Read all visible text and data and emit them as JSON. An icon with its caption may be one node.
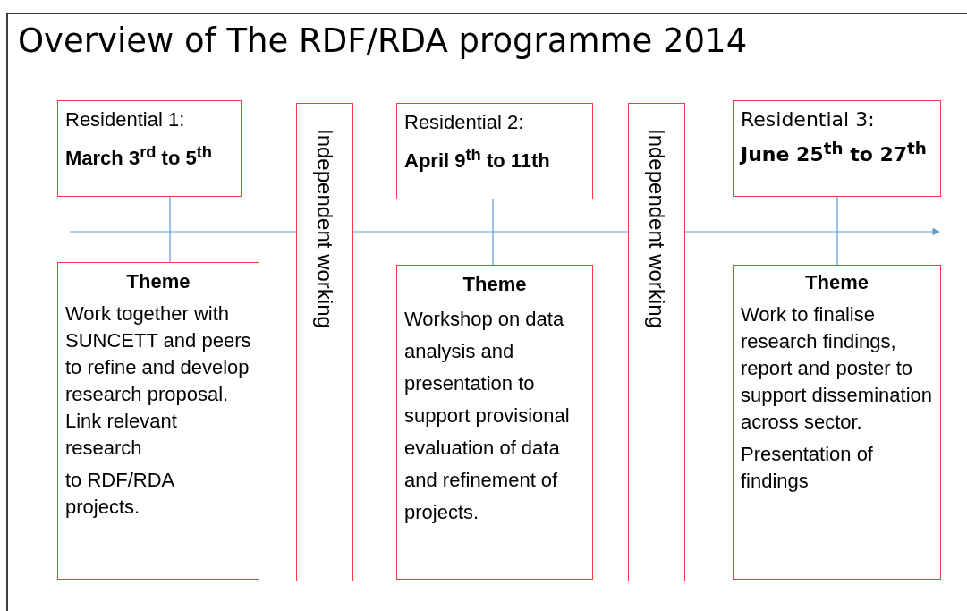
{
  "diagram": {
    "title": "Overview of The RDF/RDA programme 2014",
    "nodes": [
      {
        "text": [
          "Residential 1:",
          "March 3$^{rd}$ to 5$^{th}$"
        ]
      },
      {
        "text": [
          "Theme",
          "Work together with SUNCETT and peers to refine and develop research proposal. Link relevant research",
          "to RDF/RDA projects."
        ]
      },
      {
        "text": [
          "Independent working"
        ]
      },
      {
        "text": [
          "Residential 2:",
          "April 9$^{th}$ to 11th"
        ]
      },
      {
        "text": [
          "Theme",
          "Workshop on data analysis and presentation to support provisional evaluation of data and refinement of projects."
        ]
      },
      {
        "text": [
          "Independent working"
        ]
      },
      {
        "text": [
          "Residential 3:",
          "June 25$^{th}$ to 27$^{th}$"
        ]
      },
      {
        "text": [
          "Theme",
          "Work to finalise research findings, report and poster to support dissemination across sector.",
          "Presentation of findings"
        ]
      }
    ],
    "edges": [
      {
        "from": 0,
        "to": 1,
        "arrow": "none"
      },
      {
        "from": 3,
        "to": 4,
        "arrow": "none"
      },
      {
        "from": 6,
        "to": 7,
        "arrow": "none"
      }
    ]
  }
}
